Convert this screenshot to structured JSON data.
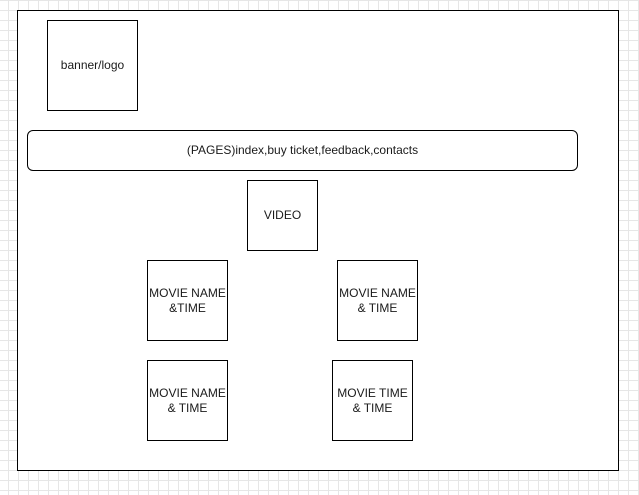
{
  "wireframe": {
    "banner_label": "banner/logo",
    "nav_label": "(PAGES)index,buy ticket,feedback,contacts",
    "video_label": "VIDEO",
    "movies": [
      {
        "label": "MOVIE NAME\n&TIME"
      },
      {
        "label": "MOVIE NAME\n& TIME"
      },
      {
        "label": "MOVIE NAME\n& TIME"
      },
      {
        "label": "MOVIE TIME\n& TIME"
      }
    ]
  },
  "colors": {
    "border": "#000000",
    "grid": "#e6e6e6",
    "background": "#ffffff"
  }
}
